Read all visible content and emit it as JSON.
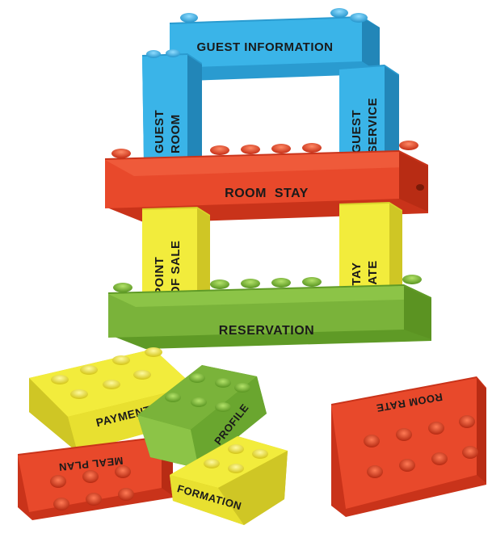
{
  "blocks": {
    "guest_information": "GUEST INFORMATION",
    "guest_room": [
      "GUEST",
      "ROOM"
    ],
    "guest_service": [
      "GUEST",
      "SERVICE"
    ],
    "room_stay": "ROOM  STAY",
    "point_of_sale": [
      "POINT",
      "OF SALE"
    ],
    "stay_date": [
      "STAY",
      "DATE"
    ],
    "reservation": "RESERVATION",
    "payment": "PAYMENT",
    "profile": "PROFILE",
    "meal_plan": "MEAL PLAN",
    "information": "FORMATION",
    "room_rate": "ROOM RATE"
  },
  "colors": {
    "blue": "#3ab4e8",
    "red": "#e8492b",
    "green": "#7ab33a",
    "yellow": "#f2ec3c"
  }
}
